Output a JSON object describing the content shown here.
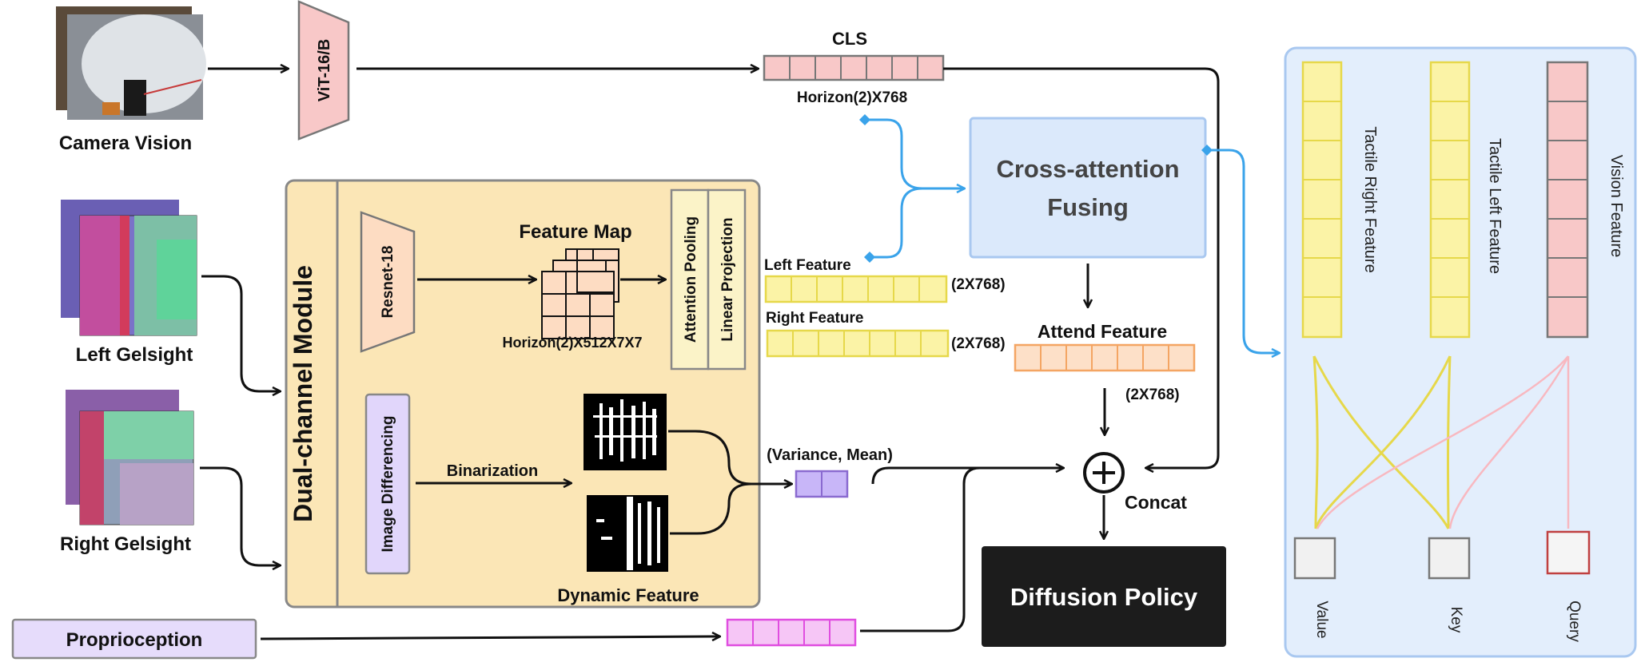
{
  "inputs": {
    "camera": "Camera Vision",
    "left_gelsight": "Left Gelsight",
    "right_gelsight": "Right Gelsight",
    "proprioception": "Proprioception"
  },
  "encoders": {
    "vit": "ViT-16/B",
    "dual_channel": "Dual-channel Module",
    "resnet": "Resnet-18",
    "image_differencing": "Image Differencing",
    "attention_pooling": "Attention Pooling",
    "linear_projection": "Linear Projection"
  },
  "labels": {
    "feature_map": "Feature Map",
    "feature_map_dim": "Horizon(2)X512X7X7",
    "binarization": "Binarization",
    "dynamic_feature": "Dynamic Feature",
    "variance_mean": "(Variance, Mean)",
    "cls": "CLS",
    "cls_dim": "Horizon(2)X768",
    "left_feature": "Left Feature",
    "right_feature": "Right Feature",
    "left_dim": "(2X768)",
    "right_dim": "(2X768)",
    "cross_attention_line1": "Cross-attention",
    "cross_attention_line2": "Fusing",
    "attend_feature": "Attend Feature",
    "attend_dim": "(2X768)",
    "concat": "Concat",
    "diffusion_policy": "Diffusion Policy"
  },
  "attention_panel": {
    "tactile_right": "Tactile Right Feature",
    "tactile_left": "Tactile Left Feature",
    "vision": "Vision Feature",
    "value": "Value",
    "key": "Key",
    "query": "Query"
  },
  "colors": {
    "vision_pink": "#f8c8c8",
    "tactile_yellow": "#fbf3a6",
    "attend_orange": "#fde0c8",
    "module_tan": "#fbe6b6",
    "cross_blue": "#dbe9fb",
    "panel_blue": "#e3eefc",
    "proprio_purple": "#e6dcfb",
    "magenta": "#f6c6f6",
    "arrow_blue": "#3aa3ea",
    "policy_black": "#1c1c1c"
  }
}
